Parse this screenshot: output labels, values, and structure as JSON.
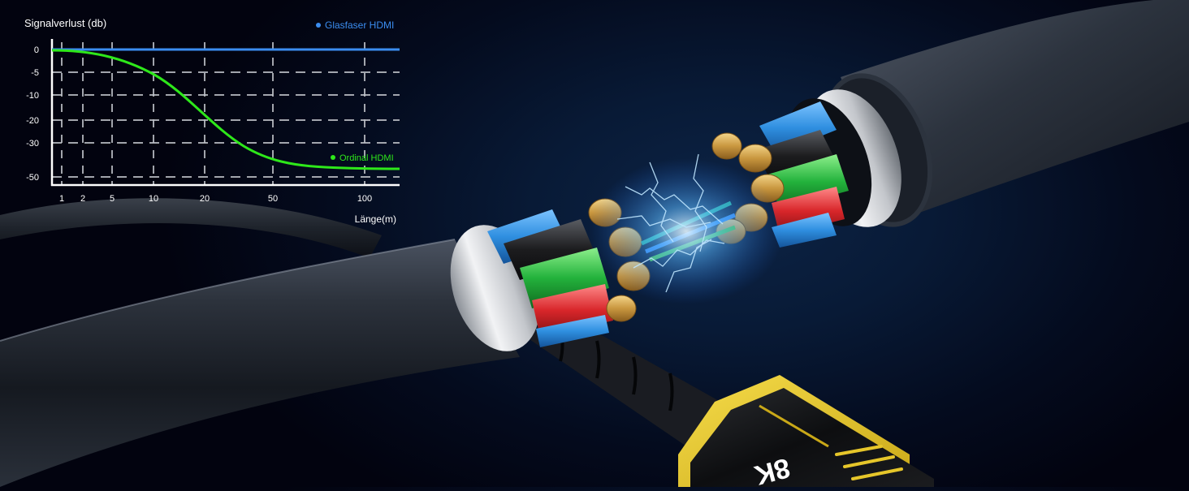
{
  "chart_data": {
    "type": "line",
    "title": "Signalverlust (db)",
    "xlabel": "Länge(m)",
    "ylabel": "Signalverlust (db)",
    "x_scale": "categorical-log",
    "categories": [
      "1",
      "2",
      "5",
      "10",
      "20",
      "50",
      "100"
    ],
    "y_ticks": [
      0,
      -5,
      -10,
      -20,
      -30,
      -50
    ],
    "ylim": [
      -52,
      0
    ],
    "grid": true,
    "grid_style": "dashed",
    "legend_position": "inline",
    "series": [
      {
        "name": "Glasfaser HDMI",
        "color": "#3b8df0",
        "values": [
          0,
          0,
          0,
          0,
          0,
          0,
          0
        ]
      },
      {
        "name": "Ordinal HDMI",
        "color": "#2ee81a",
        "values": [
          -0.5,
          -2,
          -4,
          -9,
          -22,
          -43,
          -48
        ]
      }
    ],
    "annotations": [
      {
        "text": "Glasfaser HDMI",
        "color": "#3b8df0",
        "position": "top-right"
      },
      {
        "text": "Ordinal HDMI",
        "color": "#2ee81a",
        "position": "near-curve-end"
      }
    ]
  },
  "chart": {
    "title": "Signalverlust (db)",
    "x_axis_label": "Länge(m)",
    "legend_fiber": "Glasfaser HDMI",
    "legend_ordinary": "Ordinal HDMI",
    "y_labels": [
      "0",
      "-5",
      "-10",
      "-20",
      "-30",
      "-50"
    ],
    "x_labels": [
      "1",
      "2",
      "5",
      "10",
      "20",
      "50",
      "100"
    ]
  },
  "product": {
    "connector_text": "8K",
    "wire_colors": [
      "#2f8fe0",
      "#1c1c1e",
      "#23b23c",
      "#d8262a",
      "#2f8fe0"
    ],
    "accent_color": "#e6c62a",
    "conductor_color": "#d9a94a"
  }
}
